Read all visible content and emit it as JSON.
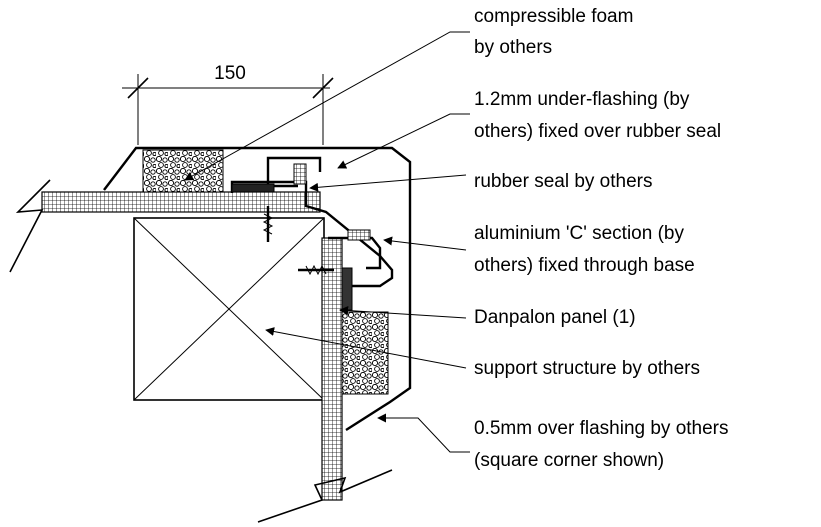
{
  "dimension": {
    "value": "150"
  },
  "labels": {
    "foam_1": "compressible foam",
    "foam_2": "by others",
    "underflashing_1": "1.2mm under-flashing (by",
    "underflashing_2": "others) fixed over rubber seal",
    "rubber_seal": "rubber seal by others",
    "c_section_1": "aluminium 'C' section (by",
    "c_section_2": "others) fixed through base",
    "panel": "Danpalon panel (1)",
    "support": "support structure by others",
    "overflashing_1": "0.5mm over flashing by others",
    "overflashing_2": "(square corner shown)"
  }
}
